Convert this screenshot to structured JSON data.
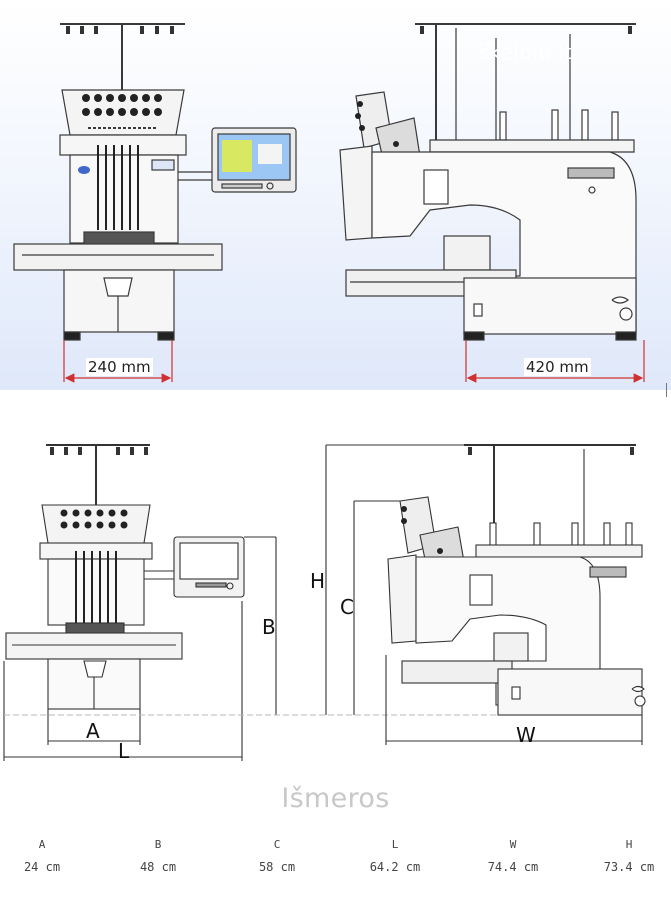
{
  "watermark": {
    "text": "skelbiu.lt"
  },
  "top_diagram": {
    "front_width_label": "240 mm",
    "side_depth_label": "420 mm",
    "accent_color": "#d03030"
  },
  "bottom_diagram": {
    "labels": {
      "h": "H",
      "c": "C",
      "b": "B",
      "a": "A",
      "l": "L",
      "w": "W"
    }
  },
  "section_title": "Išmeros",
  "dimensions": [
    {
      "key": "A",
      "value": "24 cm"
    },
    {
      "key": "B",
      "value": "48 cm"
    },
    {
      "key": "C",
      "value": "58 cm"
    },
    {
      "key": "L",
      "value": "64.2 cm"
    },
    {
      "key": "W",
      "value": "74.4 cm"
    },
    {
      "key": "H",
      "value": "73.4 cm"
    }
  ]
}
